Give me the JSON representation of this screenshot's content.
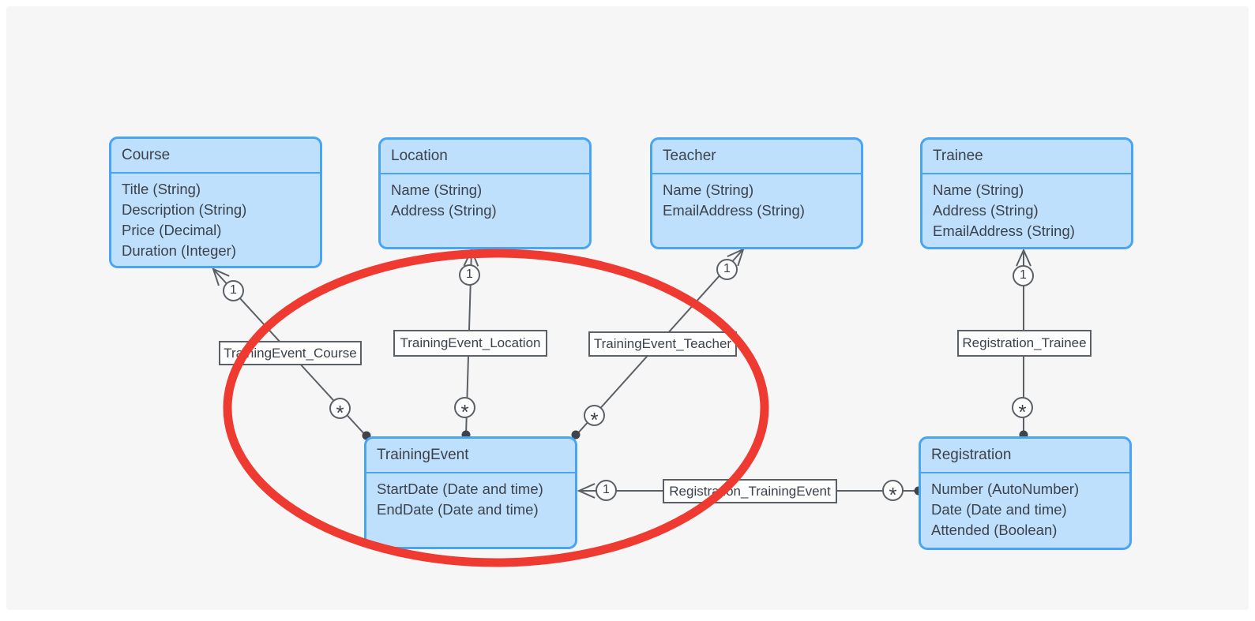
{
  "style": {
    "canvas_bg": "#f6f6f7",
    "entity_fill": "#bfe0fd",
    "entity_border": "#4aa4f4",
    "connector_color": "#5b6066",
    "text_color": "#3c424a",
    "annotation_color": "#ee3a31"
  },
  "entities": {
    "course": {
      "title": "Course",
      "attributes": [
        "Title (String)",
        "Description (String)",
        "Price (Decimal)",
        "Duration (Integer)"
      ]
    },
    "location": {
      "title": "Location",
      "attributes": [
        "Name (String)",
        "Address (String)"
      ]
    },
    "teacher": {
      "title": "Teacher",
      "attributes": [
        "Name (String)",
        "EmailAddress (String)"
      ]
    },
    "trainee": {
      "title": "Trainee",
      "attributes": [
        "Name (String)",
        "Address (String)",
        "EmailAddress (String)"
      ]
    },
    "training_event": {
      "title": "TrainingEvent",
      "attributes": [
        "StartDate (Date and time)",
        "EndDate (Date and time)"
      ]
    },
    "registration": {
      "title": "Registration",
      "attributes": [
        "Number (AutoNumber)",
        "Date (Date and time)",
        "Attended (Boolean)"
      ]
    }
  },
  "relationships": {
    "trainingevent_course": {
      "label": "TrainingEvent_Course",
      "source": "TrainingEvent",
      "target": "Course",
      "one_end": "1",
      "many_end": "*"
    },
    "trainingevent_location": {
      "label": "TrainingEvent_Location",
      "source": "TrainingEvent",
      "target": "Location",
      "one_end": "1",
      "many_end": "*"
    },
    "trainingevent_teacher": {
      "label": "TrainingEvent_Teacher",
      "source": "TrainingEvent",
      "target": "Teacher",
      "one_end": "1",
      "many_end": "*"
    },
    "registration_trainee": {
      "label": "Registration_Trainee",
      "source": "Registration",
      "target": "Trainee",
      "one_end": "1",
      "many_end": "*"
    },
    "registration_trainingevent": {
      "label": "Registration_TrainingEvent",
      "source": "Registration",
      "target": "TrainingEvent",
      "one_end": "1",
      "many_end": "*"
    }
  },
  "annotation": {
    "type": "ellipse",
    "color": "#ee3a31",
    "highlights": "TrainingEvent"
  }
}
